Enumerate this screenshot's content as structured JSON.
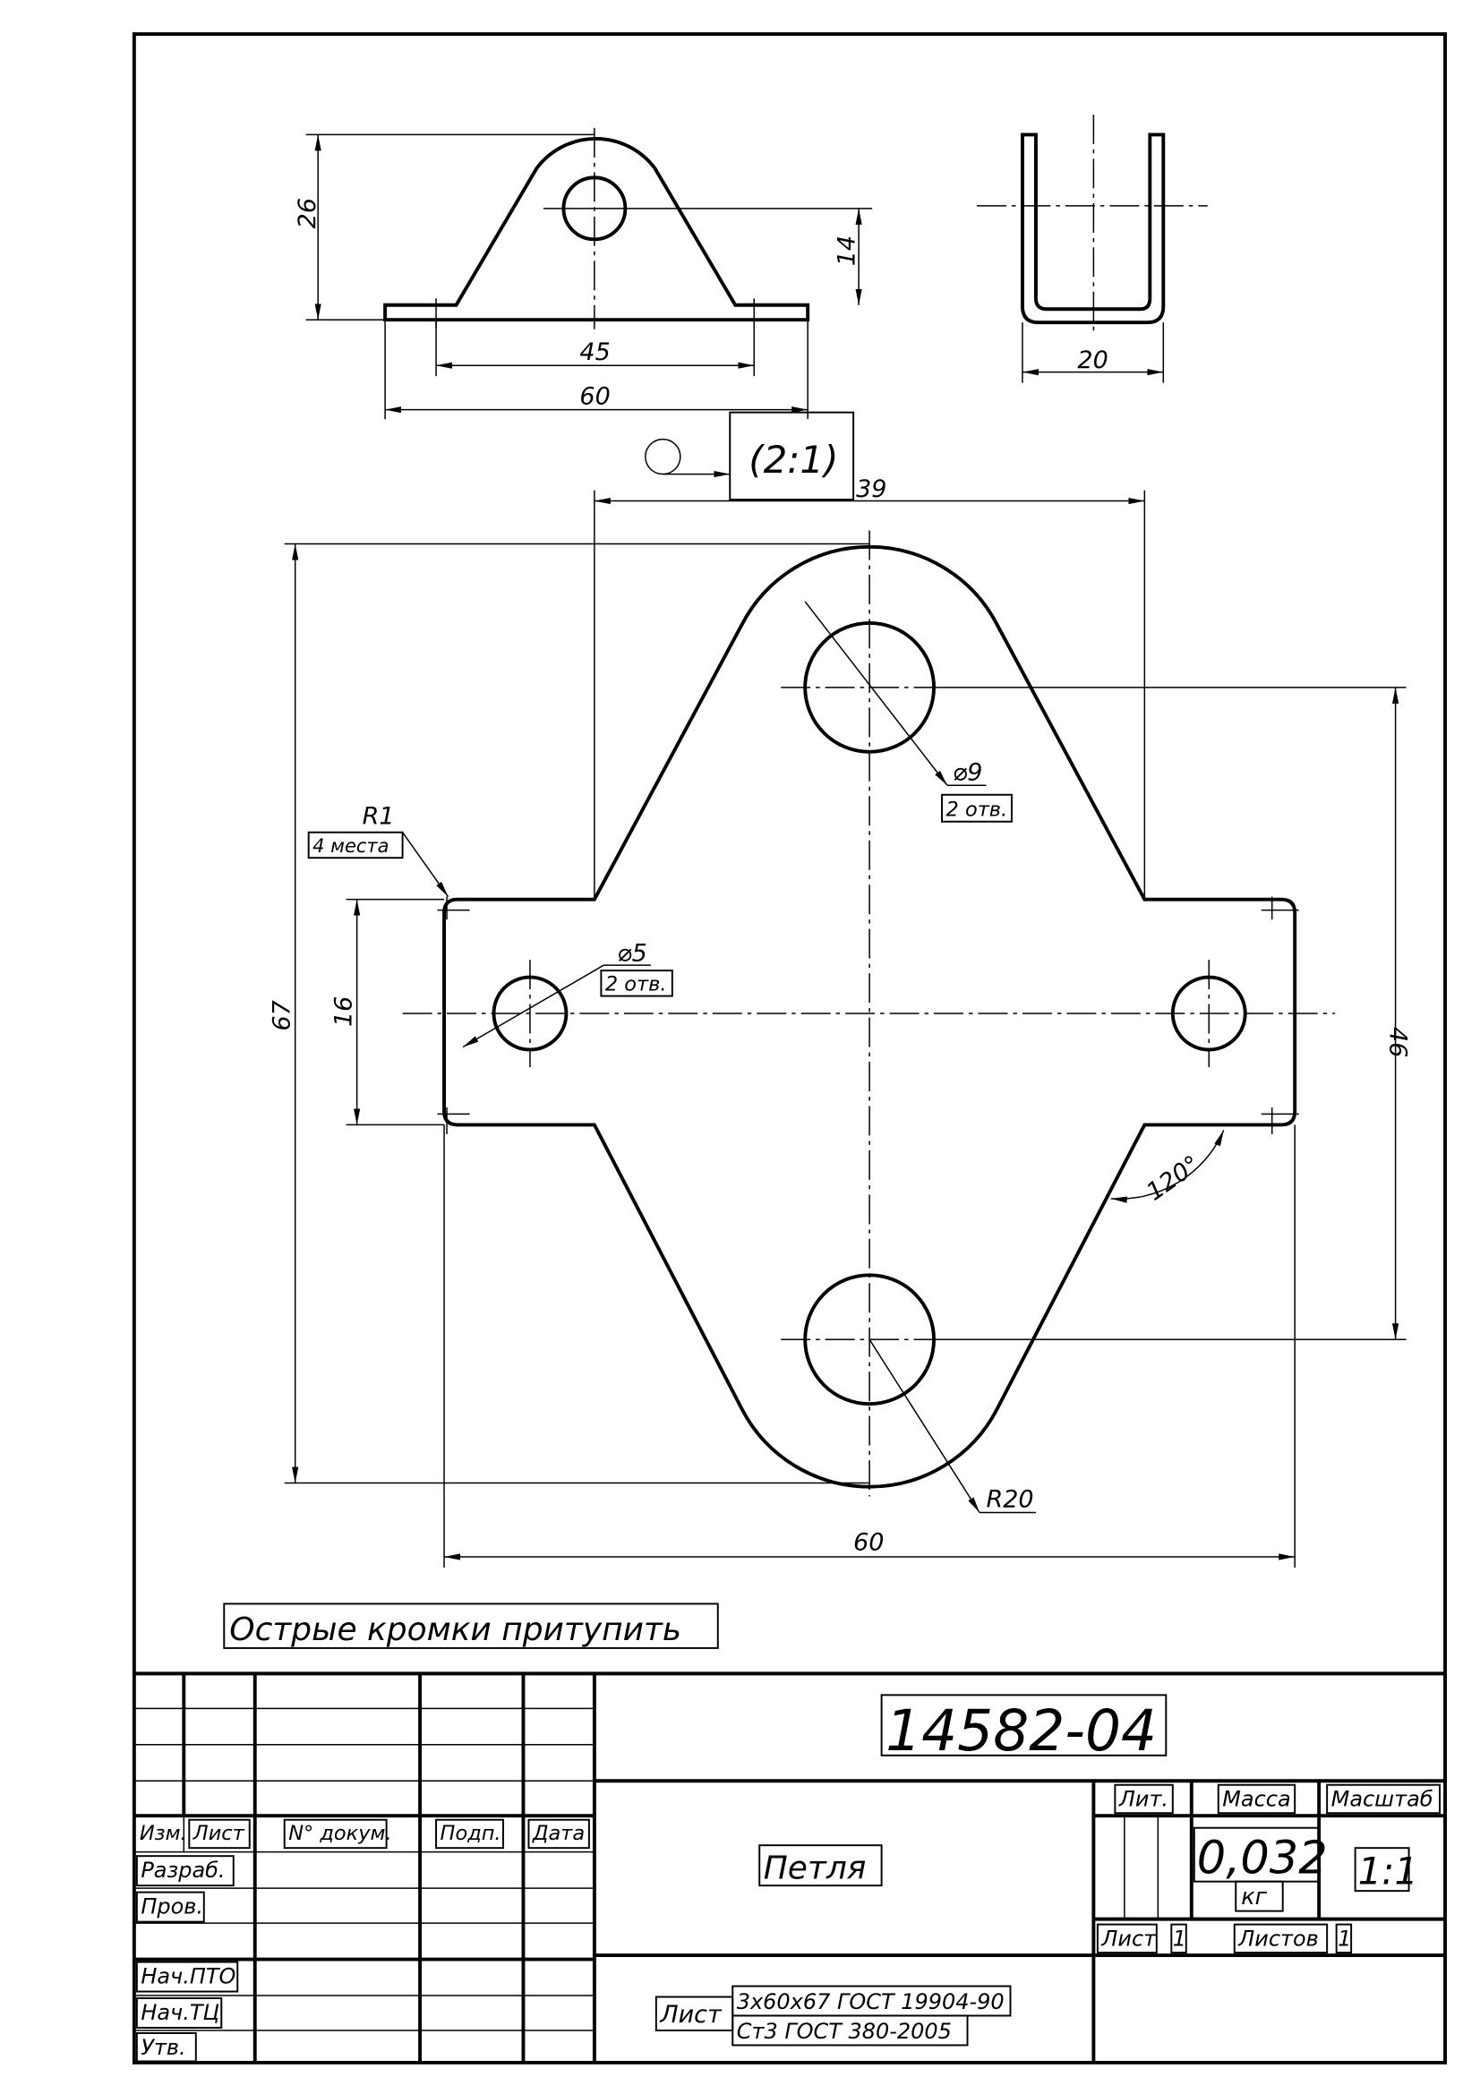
{
  "drawing": {
    "note": "Острые кромки притупить",
    "view_scale": "(2:1)",
    "dims_top_view": {
      "height": "26",
      "hole_height": "14",
      "holes_spacing": "45",
      "length": "60"
    },
    "dims_side_view": {
      "width": "20"
    },
    "dims_main_view": {
      "width_top": "39",
      "height_total": "67",
      "plate_width": "16",
      "holes_spacing": "46",
      "length": "60",
      "big_hole": "⌀9",
      "big_hole_count": "2 отв.",
      "small_hole": "⌀5",
      "small_hole_count": "2 отв.",
      "corner_radius": "R1",
      "corner_count": "4 места",
      "radius": "R20",
      "angle": "120°"
    }
  },
  "title_block": {
    "designation": "14582-04",
    "name": "Петля",
    "headers": {
      "izm": "Изм.",
      "list": "Лист",
      "doc": "N° докум.",
      "sign": "Подп.",
      "date": "Дата"
    },
    "roles": [
      "Разраб.",
      "Пров.",
      "Нач.ПТО",
      "Нач.ТЦ",
      "Утв."
    ],
    "lit_label": "Лит.",
    "mass_label": "Масса",
    "scale_label": "Масштаб",
    "mass_value": "0,032",
    "mass_unit": "кг",
    "scale_value": "1:1",
    "sheet_label": "Лист",
    "sheet_value": "1",
    "sheets_label": "Листов",
    "sheets_value": "1",
    "material_prefix": "Лист",
    "material_line1": "3x60x67 ГОСТ 19904-90",
    "material_line2": "Ст3 ГОСТ 380-2005"
  }
}
